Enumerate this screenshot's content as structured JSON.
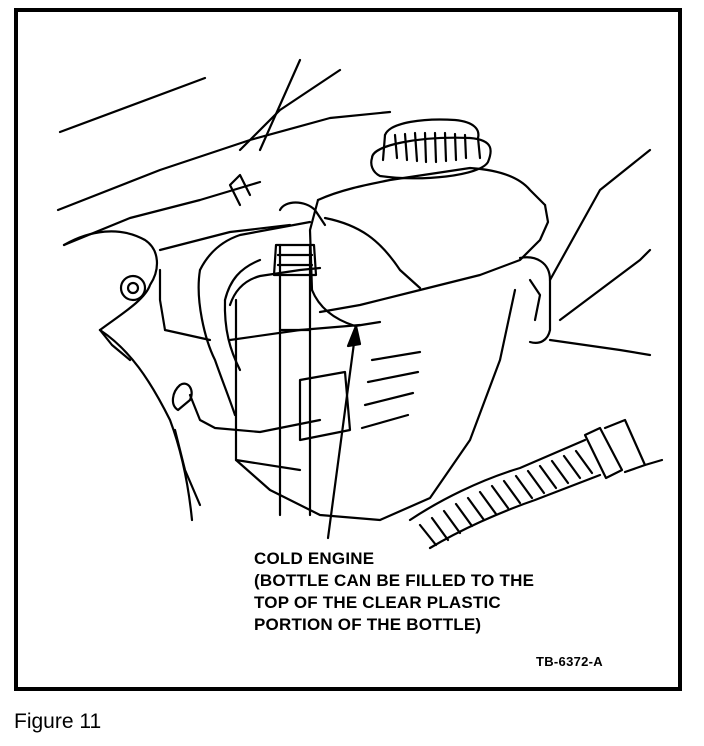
{
  "callout": {
    "line1": "COLD ENGINE",
    "line2": "(BOTTLE CAN BE FILLED TO THE",
    "line3": "TOP OF THE CLEAR PLASTIC",
    "line4": "PORTION OF THE BOTTLE)"
  },
  "reference_code": "TB-6372-A",
  "caption": "Figure 11"
}
